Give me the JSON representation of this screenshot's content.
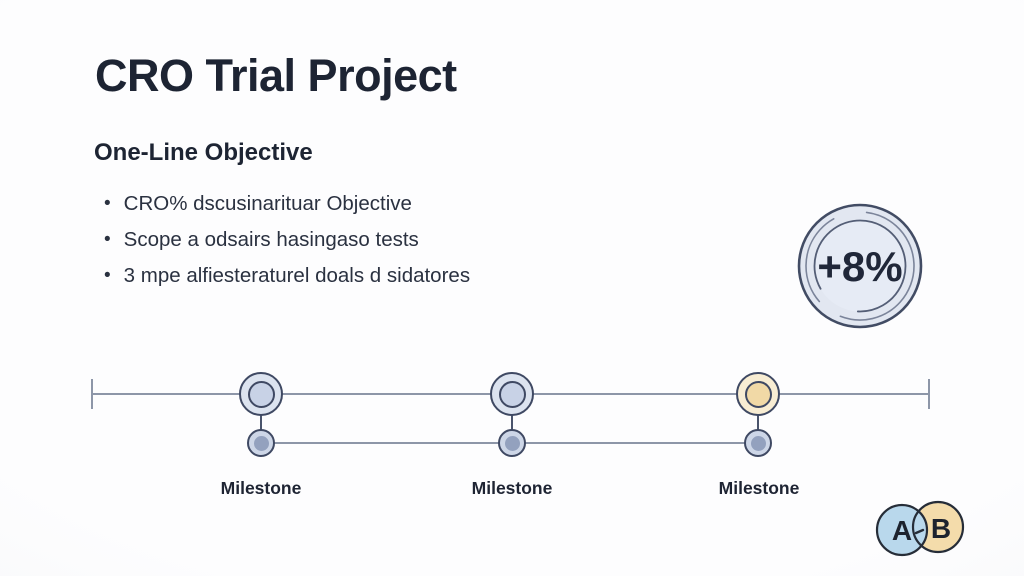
{
  "slide": {
    "title": "CRO Trial Project",
    "section_heading": "One-Line Objective",
    "bullet_char": "•",
    "bullets": [
      "CRO% dscusinarituar Objective",
      "Scope a odsairs hasingaso tests",
      "3 mpe alfiesteraturel doals d sidatores"
    ]
  },
  "kpi_badge": {
    "value": "+8%"
  },
  "timeline": {
    "milestones": [
      {
        "label": "Milestone",
        "highlighted": false
      },
      {
        "label": "Milestone",
        "highlighted": false
      },
      {
        "label": "Milestone",
        "highlighted": true
      }
    ]
  },
  "ab_test": {
    "left": "A",
    "right": "B"
  },
  "colors": {
    "title_text": "#1d2433",
    "body_text": "#2a3140",
    "timeline_line": "#8d96a8",
    "node_stroke": "#3f4963",
    "node_blue_outer": "#dce3ef",
    "node_blue_inner": "#c8d2e6",
    "node_gold_outer": "#f8edd3",
    "node_gold_inner": "#f1d9a6",
    "dot_fill": "#cdd6e7",
    "dot_core": "#93a1be",
    "badge_fill": "#e2e7f1",
    "badge_inner_fill": "#e6ebf5",
    "venn_blue": "#b9d8ec",
    "venn_gold": "#f4dcab",
    "background": "#fbfbfd"
  }
}
